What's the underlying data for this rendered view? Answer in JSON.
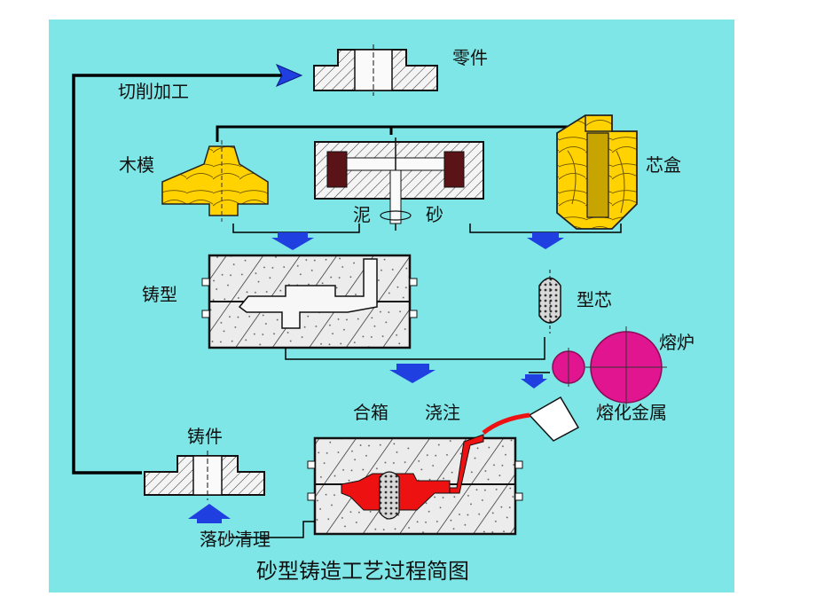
{
  "colors": {
    "background": "#7ee6e6",
    "arrow": "#1f3fe0",
    "pattern": "#ffd200",
    "molten_metal": "#ee1111",
    "furnace": "#e0158f",
    "core_dark": "#5a1418"
  },
  "labels": {
    "part": "零件",
    "machining": "切削加工",
    "wood_pattern": "木模",
    "core_box": "芯盒",
    "sand_left": "泥",
    "sand_right": "砂",
    "mold": "铸型",
    "core": "型芯",
    "furnace": "熔炉",
    "closing": "合箱",
    "pouring": "浇注",
    "molten_metal": "熔化金属",
    "casting": "铸件",
    "shakeout": "落砂清理",
    "title": "砂型铸造工艺过程简图"
  }
}
